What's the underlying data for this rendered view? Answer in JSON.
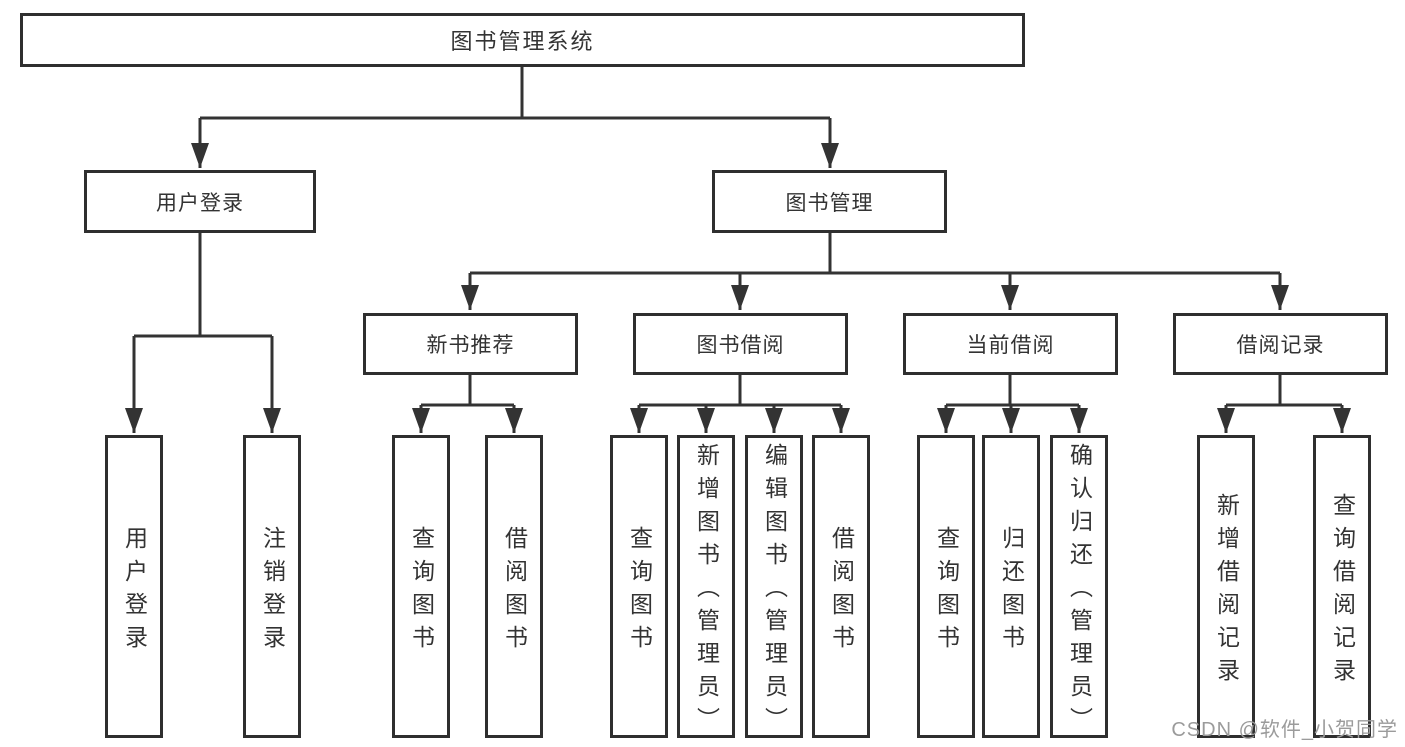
{
  "diagram": {
    "root": {
      "label": "图书管理系统"
    },
    "branches": [
      {
        "label": "用户登录",
        "children": [
          {
            "label": "用户登录"
          },
          {
            "label": "注销登录"
          }
        ]
      },
      {
        "label": "图书管理",
        "children": [
          {
            "label": "新书推荐",
            "children": [
              {
                "label": "查询图书"
              },
              {
                "label": "借阅图书"
              }
            ]
          },
          {
            "label": "图书借阅",
            "children": [
              {
                "label": "查询图书"
              },
              {
                "label": "新增图书（管理员）"
              },
              {
                "label": "编辑图书（管理员）"
              },
              {
                "label": "借阅图书"
              }
            ]
          },
          {
            "label": "当前借阅",
            "children": [
              {
                "label": "查询图书"
              },
              {
                "label": "归还图书"
              },
              {
                "label": "确认归还（管理员）"
              }
            ]
          },
          {
            "label": "借阅记录",
            "children": [
              {
                "label": "新增借阅记录"
              },
              {
                "label": "查询借阅记录"
              }
            ]
          }
        ]
      }
    ]
  },
  "watermark": {
    "text": "CSDN @软件_小贺同学"
  },
  "colors": {
    "line": "#333333",
    "box_border": "#2f2f2f",
    "box_fill": "#ffffff",
    "text": "#333333",
    "watermark": "#9b9b9b",
    "background": "#ffffff"
  }
}
